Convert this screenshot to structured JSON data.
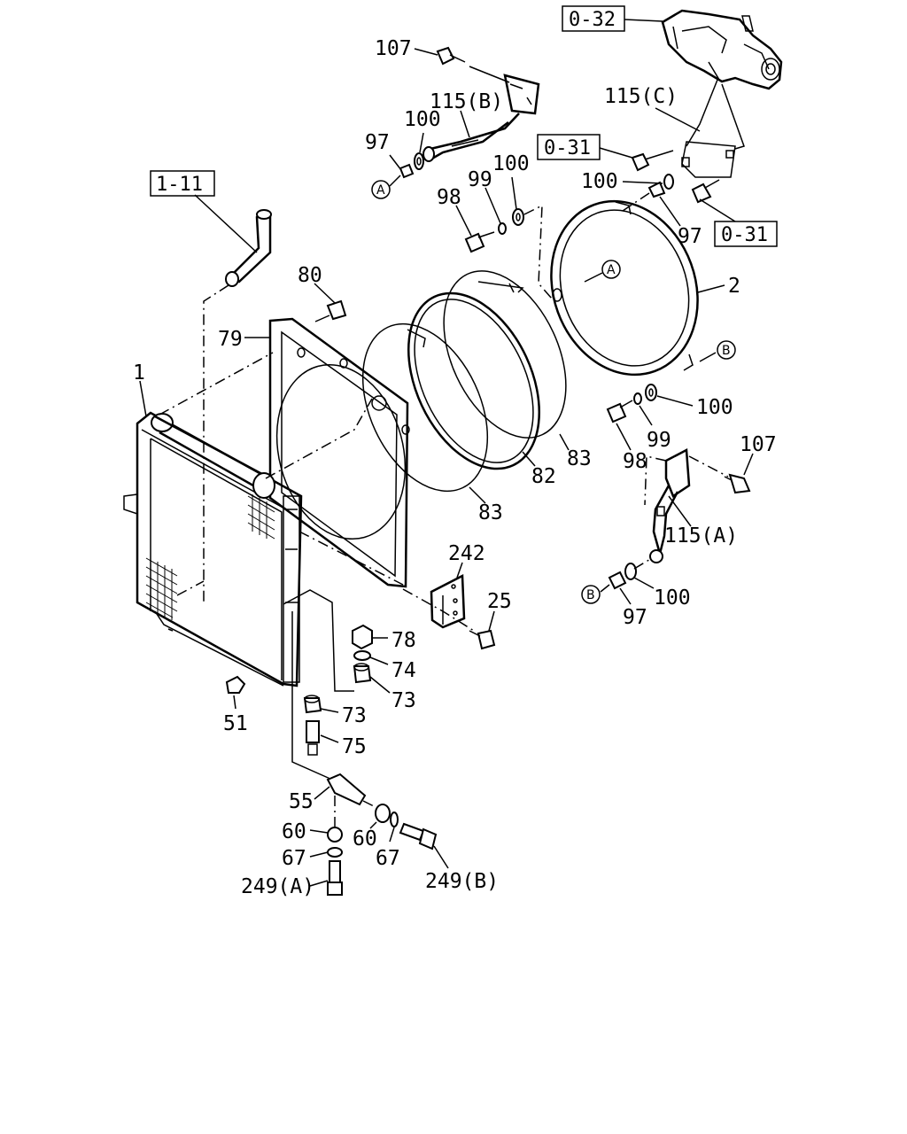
{
  "ref_boxes": {
    "r1": "0-32",
    "r2": "0-31",
    "r3": "1-11",
    "r4": "0-31"
  },
  "circle_refs": {
    "c1": "A",
    "c2": "A",
    "c3": "B",
    "c4": "B"
  },
  "callouts": {
    "l107a": "107",
    "l115b": "115(B)",
    "l100a": "100",
    "l97a": "97",
    "l115c": "115(C)",
    "l100b": "100",
    "l99a": "99",
    "l98a": "98",
    "l100c": "100",
    "l97b": "97",
    "l2": "2",
    "l80": "80",
    "l79": "79",
    "l1": "1",
    "l100d": "100",
    "l99b": "99",
    "l98b": "98",
    "l107b": "107",
    "l83a": "83",
    "l82": "82",
    "l83b": "83",
    "l115a": "115(A)",
    "l242": "242",
    "l25": "25",
    "l100e": "100",
    "l97c": "97",
    "l78": "78",
    "l74": "74",
    "l73a": "73",
    "l73b": "73",
    "l51": "51",
    "l75": "75",
    "l55": "55",
    "l60a": "60",
    "l60b": "60",
    "l67a": "67",
    "l67b": "67",
    "l249a": "249(A)",
    "l249b": "249(B)"
  }
}
